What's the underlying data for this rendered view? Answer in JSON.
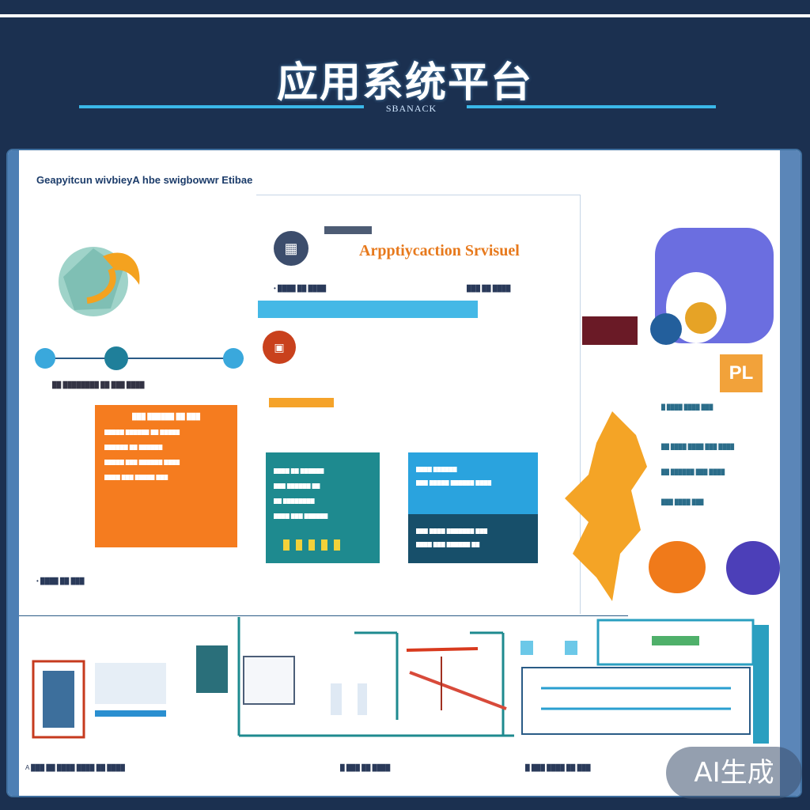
{
  "header": {
    "title": "应用系统平台",
    "subtitle": "SBANACK"
  },
  "panel": {
    "title": "Geapyitcun wivbieyA hbe swigbowwr Etibae"
  },
  "app": {
    "title": "Arpptiycaction Srvisuel",
    "icon_text": "▦",
    "caption_a": "• ████ ██ ████",
    "caption_b": "███ ██ ████"
  },
  "left": {
    "timeline_caption": "██ ████████ ██ ███ ████",
    "orange_box": {
      "title": "███ ██████ ██ ███",
      "lines": [
        "█████ ██████ ██ █████",
        "██████ ██ ██████",
        "█████ ███ ██████ ████",
        "████ ███ █████ ███"
      ]
    },
    "person_caption": "• ████ ██ ███"
  },
  "cards": {
    "teal": {
      "lines": [
        "████ ██ ██████",
        "███ ██████ ██",
        "██ ████████",
        "████ ███ ██████"
      ]
    },
    "blue": {
      "lines": [
        "████ ██████",
        "███ █████ ██████ ████"
      ],
      "lower_lines": [
        "███ ████ ███████ ███",
        "████ ███ ██████ ██"
      ]
    }
  },
  "right": {
    "badge": "PL",
    "lines": [
      "█ ████ ████ ███",
      "██ ████ ████ ███ ████",
      "██ ██████ ███ ████",
      "███ ████ ███"
    ]
  },
  "footer": {
    "left": "A ███ ██ ████ ████ ██ ████",
    "mid": "█ ███ ██ ████",
    "right": "█ ███ ████ ██ ███"
  },
  "watermark": "AI生成",
  "colors": {
    "background": "#1b3050",
    "accent_orange": "#f57c1f",
    "accent_teal": "#1e8a8f",
    "accent_blue": "#2aa3de",
    "accent_purple": "#6b6ee0"
  }
}
